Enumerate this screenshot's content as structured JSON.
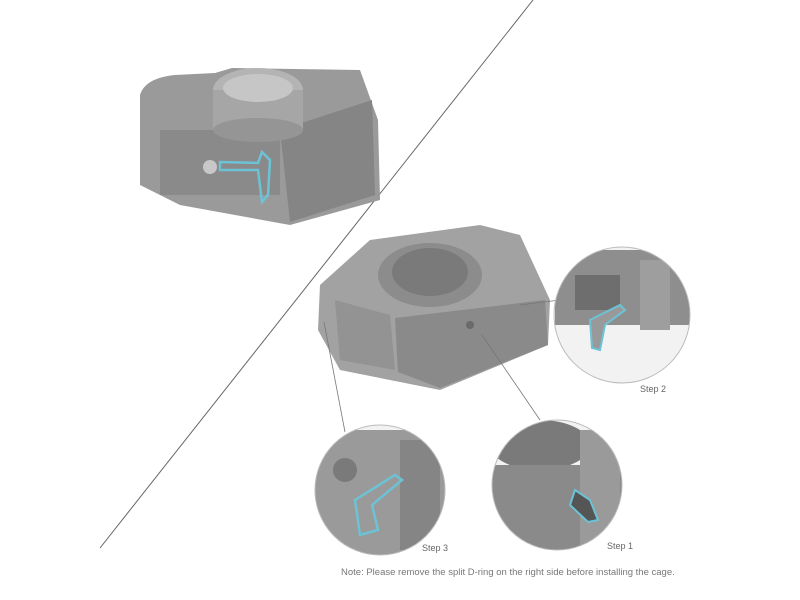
{
  "steps": [
    {
      "label": "Step 1"
    },
    {
      "label": "Step 2"
    },
    {
      "label": "Step 3"
    }
  ],
  "note": "Note: Please remove the split D-ring on the right side before installing the cage.",
  "colors": {
    "highlight": "#6cc3d5",
    "cage": "#8e8e8e",
    "body": "#a0a0a0",
    "divider": "#555555"
  }
}
